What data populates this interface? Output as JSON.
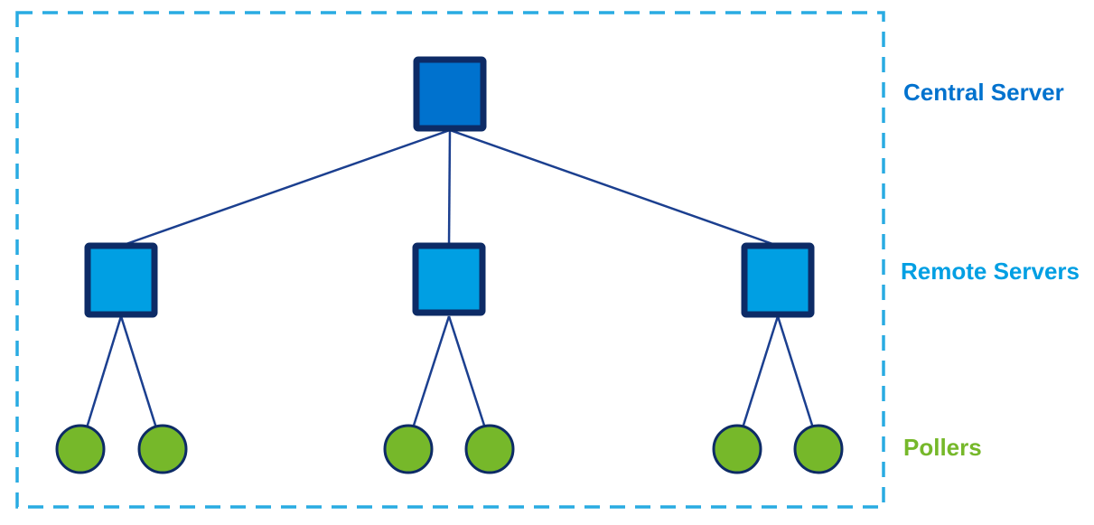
{
  "diagram": {
    "background_color": "#FFFFFF",
    "boundary": {
      "style": "dashed",
      "color": "#29ABE2"
    },
    "colors": {
      "central_fill": "#0072CE",
      "remote_fill": "#009FE3",
      "poller_fill": "#76B82A",
      "node_border": "#0D2B66",
      "line": "#1B3F8F",
      "boundary": "#29ABE2",
      "central_label": "#0072CE",
      "remote_label": "#009FE3",
      "pollers_label": "#76B82A"
    },
    "tiers": [
      {
        "id": "central",
        "label": "Central Server",
        "shape": "square",
        "count": 1
      },
      {
        "id": "remote",
        "label": "Remote Servers",
        "shape": "square",
        "count": 3
      },
      {
        "id": "pollers",
        "label": "Pollers",
        "shape": "circle",
        "count": 6
      }
    ],
    "topology": {
      "central_to_remote_edges": 3,
      "pollers_per_remote": 2,
      "edges_total": 9
    }
  }
}
